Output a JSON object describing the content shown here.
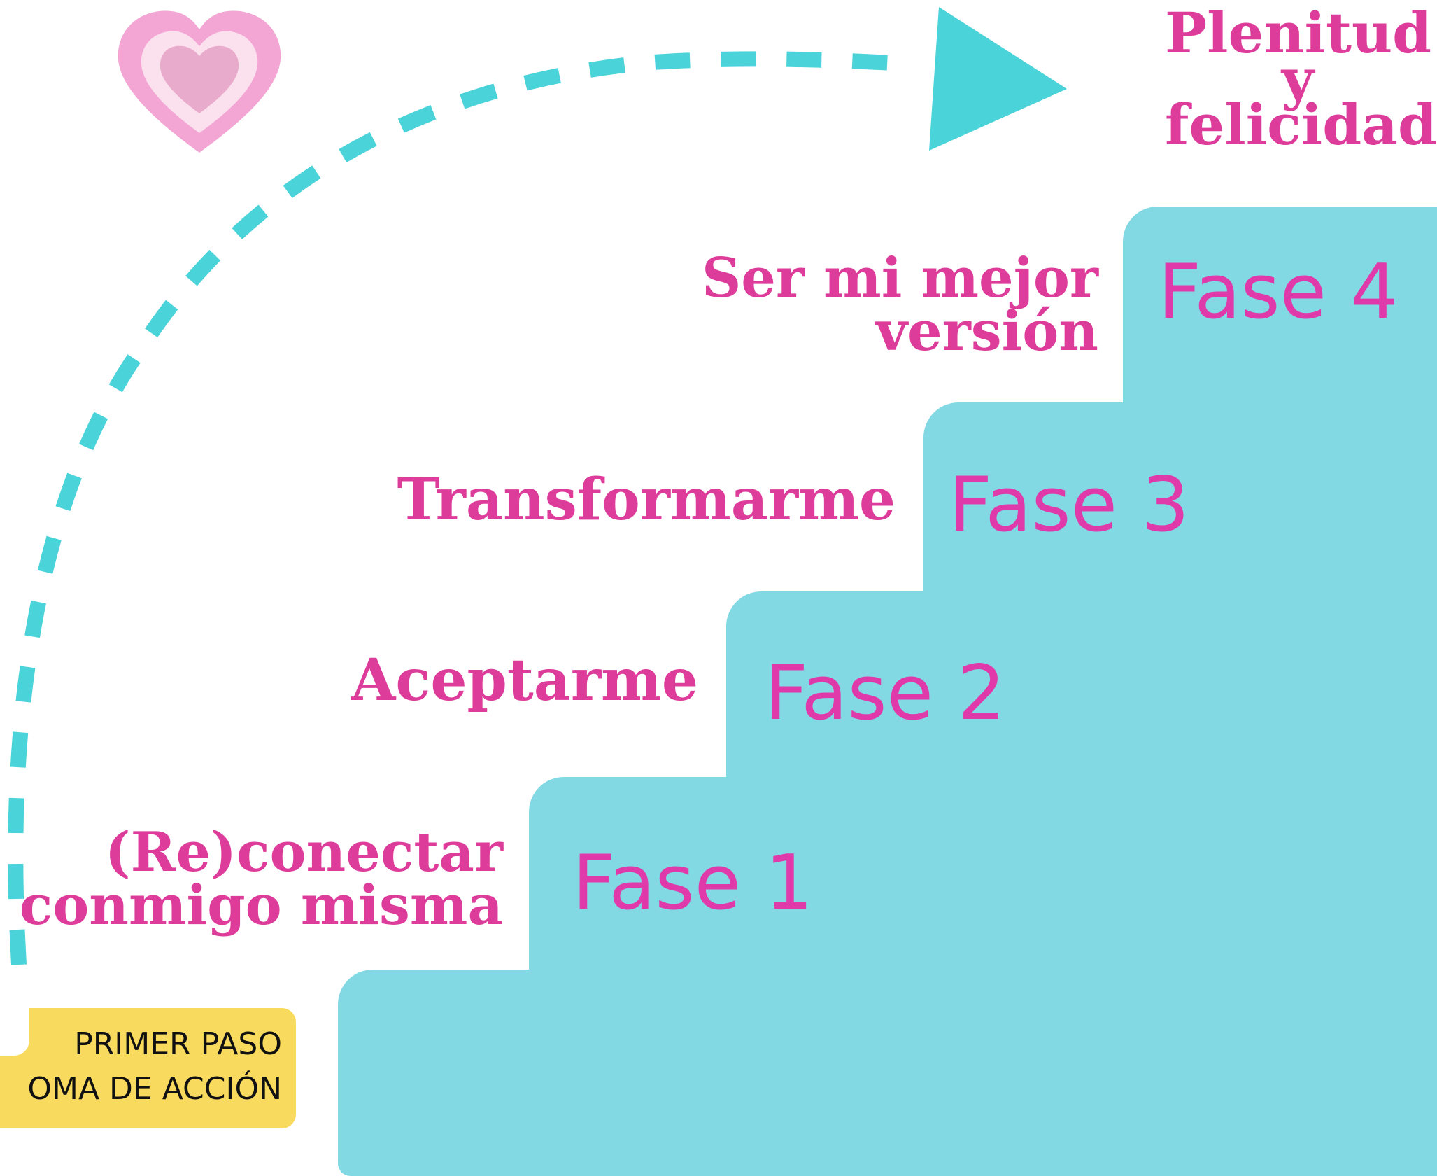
{
  "colors": {
    "step_fill": "#82D9E4",
    "accent_pink": "#DD3C9B",
    "arrow": "#4AD3D9",
    "badge": "#F8DB5E",
    "heart_outer": "#F3A5D4",
    "heart_middle": "#FBE0EE",
    "heart_inner": "#E8ABCB"
  },
  "icons": {
    "top_left": "heart-icon",
    "arrow_head": "triangle-arrowhead-icon"
  },
  "goal": {
    "line1": "Plenitud",
    "line2": "y",
    "line3": "felicidad"
  },
  "phases": [
    {
      "label": "Fase 1",
      "description": [
        "(Re)conectar",
        "conmigo misma"
      ]
    },
    {
      "label": "Fase 2",
      "description": [
        "Aceptarme"
      ]
    },
    {
      "label": "Fase 3",
      "description": [
        "Transformarme"
      ]
    },
    {
      "label": "Fase 4",
      "description": [
        "Ser mi mejor",
        "versión"
      ]
    }
  ],
  "badge": {
    "line1": "PRIMER PASO",
    "line2": "OMA DE ACCIÓN"
  }
}
